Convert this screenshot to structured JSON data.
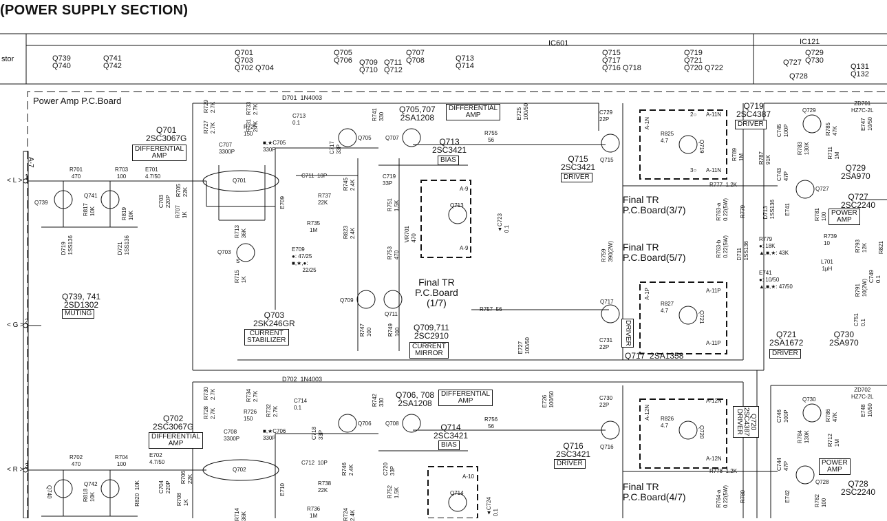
{
  "page_title": "(POWER SUPPLY SECTION)",
  "header": {
    "row_label": "stor",
    "ic601": "IC601",
    "ic121": "IC121",
    "groups": [
      "Q739\nQ740",
      "Q741\nQ742",
      "Q701\nQ703\nQ702 Q704",
      "Q705\nQ706",
      "Q709\nQ710",
      "Q711\nQ712",
      "Q707\nQ708",
      "Q713\nQ714",
      "Q715\nQ717\nQ716 Q718",
      "Q719\nQ721\nQ720 Q722",
      "Q727",
      "Q729\nQ730",
      "Q728",
      "Q131\nQ132"
    ]
  },
  "board_title": "Power Amp P.C.Board",
  "connector": "A-7",
  "io": {
    "l": "< L >",
    "g": "< G >",
    "r": "< R >",
    "pin1": "1",
    "pin2": "2",
    "pin3": "3"
  },
  "blocks": {
    "q701": "Q701\n2SC3067G",
    "q701_box": "DIFFERENTIAL\nAMP",
    "q702": "Q702\n2SC3067G",
    "q702_box": "DIFFERENTIAL\nAMP",
    "q703": "Q703\n2SK246GR",
    "q703_box": "CURRENT\nSTABILIZER",
    "q705": "Q705,707\n2SA1208",
    "q705_box": "DIFFERENTIAL\nAMP",
    "q706": "Q706, 708\n2SA1208",
    "q706_box": "DIFFERENTIAL\nAMP",
    "q713": "Q713\n2SC3421",
    "q713_box": "BIAS",
    "q714": "Q714\n2SC3421",
    "q714_box": "BIAS",
    "q709": "Q709,711\n2SC2910",
    "q709_box": "CURRENT\nMIRROR",
    "q715": "Q715\n2SC3421",
    "q715_box": "DRIVER",
    "q716": "Q716\n2SC3421",
    "q716_box": "DRIVER",
    "q719": "Q719\n2SC4387",
    "q719_box": "DRIVER",
    "q720_box": "Q720\n2SC4387\nDRIVER",
    "q717_driver": "DRIVER",
    "q717_label": "Q717  2SA1358",
    "q721": "Q721\n2SA1672",
    "q721_box": "DRIVER",
    "q729": "Q729\n2SA970",
    "q727": "Q727\n2SC2240",
    "q727_box": "POWER\nAMP",
    "q728": "Q728\n2SC2240",
    "q728_box": "POWER\nAMP",
    "q730": "Q730\n2SA970",
    "q739": "Q739, 741\n2SD1302",
    "q739_box": "MUTING",
    "final_1": "Final TR\nP.C.Board\n(1/7)",
    "final_3": "Final TR\nP.C.Board(3/7)",
    "final_5": "Final TR\nP.C.Board(5/7)",
    "final_4": "Final TR\nP.C.Board(4/7)"
  },
  "parts": {
    "d701": "D701  1N4003",
    "d702": "D702  1N4003",
    "r729": "R729\n2.7K",
    "r727": "R727\n2.7K",
    "r733": "R733\n2.7K",
    "r731": "R731\n2.7K",
    "r725": "R725\n150",
    "c713": "C713\n0.1",
    "c707": "C707\n3300P",
    "c705": "■,★C705\n330P",
    "r741": "R741\n330",
    "c717": "C717\n33P",
    "r755": "R755\n56",
    "e725": "E725\n100/50",
    "c729": "C729\n22P",
    "r825": "R825\n4.7",
    "c745": "C745\n100P",
    "r785": "R785\n47K",
    "e747": "E747\n10/50",
    "zd701": "ZD701\nHZ7C-2L",
    "r701": "R701\n470",
    "r703": "R703\n100",
    "e701": "E701\n4.7/50",
    "c703": "C703\n220P",
    "r705": "R705\n22K",
    "c711": "C711  10P",
    "r737": "R737\n22K",
    "r745": "R745\n2.4K",
    "c719": "C719\n33P",
    "r751": "R751\n1.5K",
    "c723": "▲C723\n0.1",
    "r789": "R789\n1M",
    "r787": "R787\n91K",
    "r783": "R783\n130K",
    "r711": "R711\n1M",
    "c743": "C743\n47P",
    "r777": "R777  1.2K",
    "r763a": "R763-a\n0.22(5W)",
    "r779a": "R779",
    "d713": "D713\n1SS136",
    "e741a": "E741",
    "r781": "R781\n100",
    "r739": "R739\n10",
    "r793": "R793\n12K",
    "r821": "R821",
    "r817": "R817\n10K",
    "r819": "R819\n10K",
    "e709": "E709",
    "r707": "R707\n1K",
    "r735": "R735\n1M",
    "r823": "R823\n2.4K",
    "vr701": "VR701\n470",
    "r713": "R713\n36K",
    "e709n": "E709\n●: 47/25\n■,★,●:\n       22/25",
    "d719": "D719\n1SS136",
    "d721": "D721\n1SS136",
    "r753": "R753\n470",
    "r759": "R759\n390(2W)",
    "r763b": "R763-b\n0.22(5W)",
    "d711": "D711\n1SS136",
    "r779v": "R779\n●: 18K\n▲,■,★: 43K",
    "l701": "L701\n1μH",
    "e741v": "E741\n●: 10/50\n▲,■,★: 47/50",
    "r791": "R791\n10(2W)",
    "c749": "C749\n0.1",
    "r715": "R715\n1K",
    "r757": "R757  56",
    "r827": "R827\n4.7",
    "r747": "R747\n100",
    "r749": "R749\n100",
    "e727": "E727\n100/50",
    "c731": "C731\n22P",
    "c751": "C751\n0.1",
    "r730": "R730\n2.7K",
    "r728": "R728\n2.7K",
    "r734": "R734\n2.7K",
    "r732": "R732\n2.7K",
    "r726": "R726\n150",
    "c714": "C714\n0.1",
    "c708": "C708\n3300P",
    "c706": "■,★C706\n330P",
    "r742": "R742\n330",
    "c718": "C718\n33P",
    "r756": "R756\n56",
    "e726": "E726\n100/50",
    "c730": "C730\n22P",
    "r826": "R826\n4.7",
    "c746": "C746\n100P",
    "r786": "R786\n47K",
    "e748": "E748\n10/50",
    "zd702": "ZD702\nHZ7C-2L",
    "r702": "R702\n470",
    "r704": "R704\n100",
    "e702": "E702\n4.7/50",
    "c704": "C704\n220P",
    "r706": "R706\n22K",
    "c712": "C712  10P",
    "r738": "R738\n22K",
    "r746": "R746\n2.4K",
    "c720": "C720\n33P",
    "r752": "R752\n1.5K",
    "c724": "▲C724\n0.1",
    "r784": "R784\n130K",
    "r712": "R712\n1M",
    "c744": "C744\n47P",
    "r778": "R778  1.2K",
    "r764a": "R764-a\n0.22(5W)",
    "r780": "R780",
    "e742": "E742",
    "r782": "R782\n100",
    "r818": "R818\n10K",
    "r820": "R820  10K",
    "r708": "R708\n1K",
    "e710": "E710",
    "r736": "R736\n1M",
    "r714": "R714\n36K",
    "r724": "R724\n2.4K",
    "r702b": "R702"
  },
  "tr": {
    "q701": "Q701",
    "q702": "Q702",
    "q703": "Q703",
    "q705": "Q705",
    "q707": "Q707",
    "q706": "Q706",
    "q708": "Q708",
    "q713": "Q713",
    "q714": "Q714",
    "q709": "Q709",
    "q711": "Q711",
    "q715": "Q715",
    "q716": "Q716",
    "q717": "Q717",
    "q719": "Q719",
    "q720": "Q720",
    "q721": "Q721",
    "q727": "Q727",
    "q728": "Q728",
    "q729": "Q729",
    "q730": "Q730",
    "q739": "Q739",
    "q740": "Q740",
    "q741": "Q741",
    "q742": "Q742",
    "s": "S"
  },
  "conn": {
    "a11n": "A-11N",
    "a11p": "A-11P",
    "a12n": "A-12N",
    "a9": "A-9",
    "a10": "A-10",
    "pin2o": "2○",
    "pin3o": "3○",
    "pin1n": "A-1N",
    "pin1p": "A-1P",
    "pin12n": "A-12N"
  }
}
